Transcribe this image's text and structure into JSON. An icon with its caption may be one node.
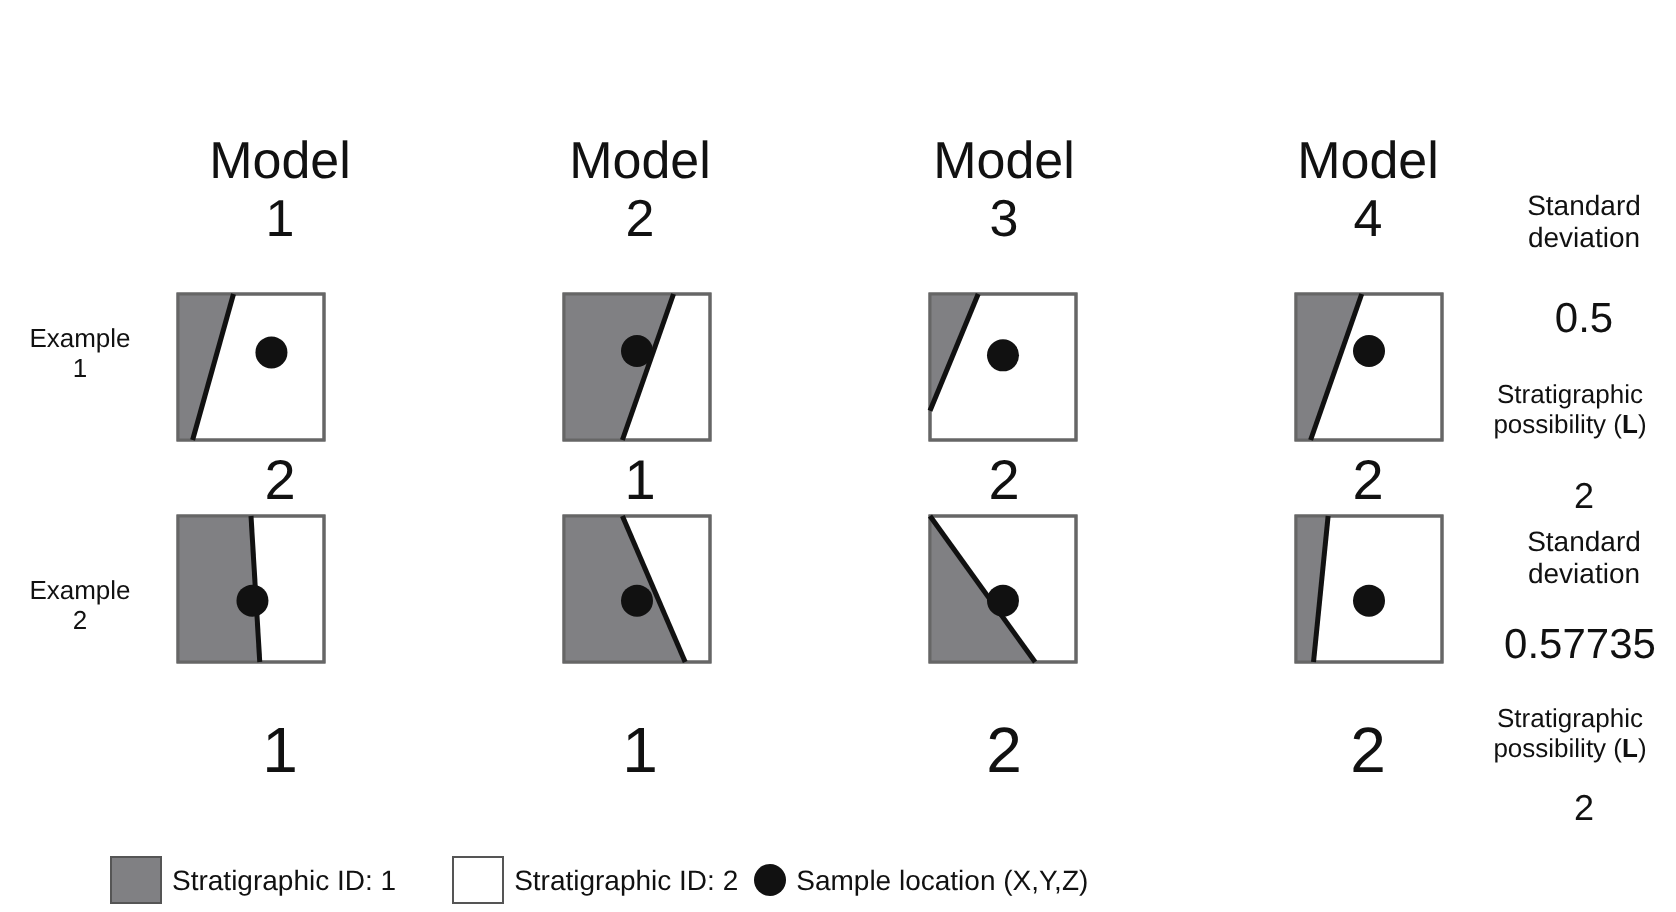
{
  "diagram": {
    "labels": [
      "Model 1",
      "Model 2",
      "Model 3",
      "Model 4",
      "Example 1",
      "Example 2",
      "2",
      "1",
      "2",
      "2",
      "1",
      "1",
      "2",
      "2",
      "Standard deviation",
      "0.5",
      "Stratigraphic possibility (**L**)",
      "2",
      "Standard deviation",
      "0.57735",
      "Stratigraphic possibility (**L**)",
      "2"
    ],
    "legend": [
      {
        "text": "Stratigraphic ID: 1",
        "color": "#808083"
      },
      {
        "text": "Stratigraphic ID: 2",
        "color": "#ffffff"
      },
      {
        "text": "Sample location (X,Y,Z)"
      }
    ]
  }
}
